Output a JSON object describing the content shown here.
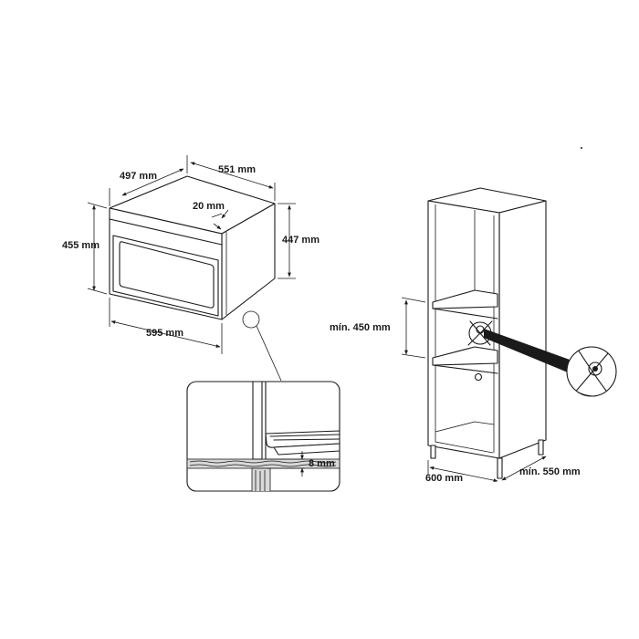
{
  "oven": {
    "dims": {
      "depth_top": "497 mm",
      "width_top": "551 mm",
      "offset": "20 mm",
      "height_left": "455 mm",
      "height_right": "447 mm",
      "width_bottom": "595 mm"
    }
  },
  "detail": {
    "gap": "8 mm"
  },
  "cabinet": {
    "dims": {
      "min_height": "mín. 450 mm",
      "width": "600 mm",
      "min_depth": "mín. 550 mm"
    }
  }
}
